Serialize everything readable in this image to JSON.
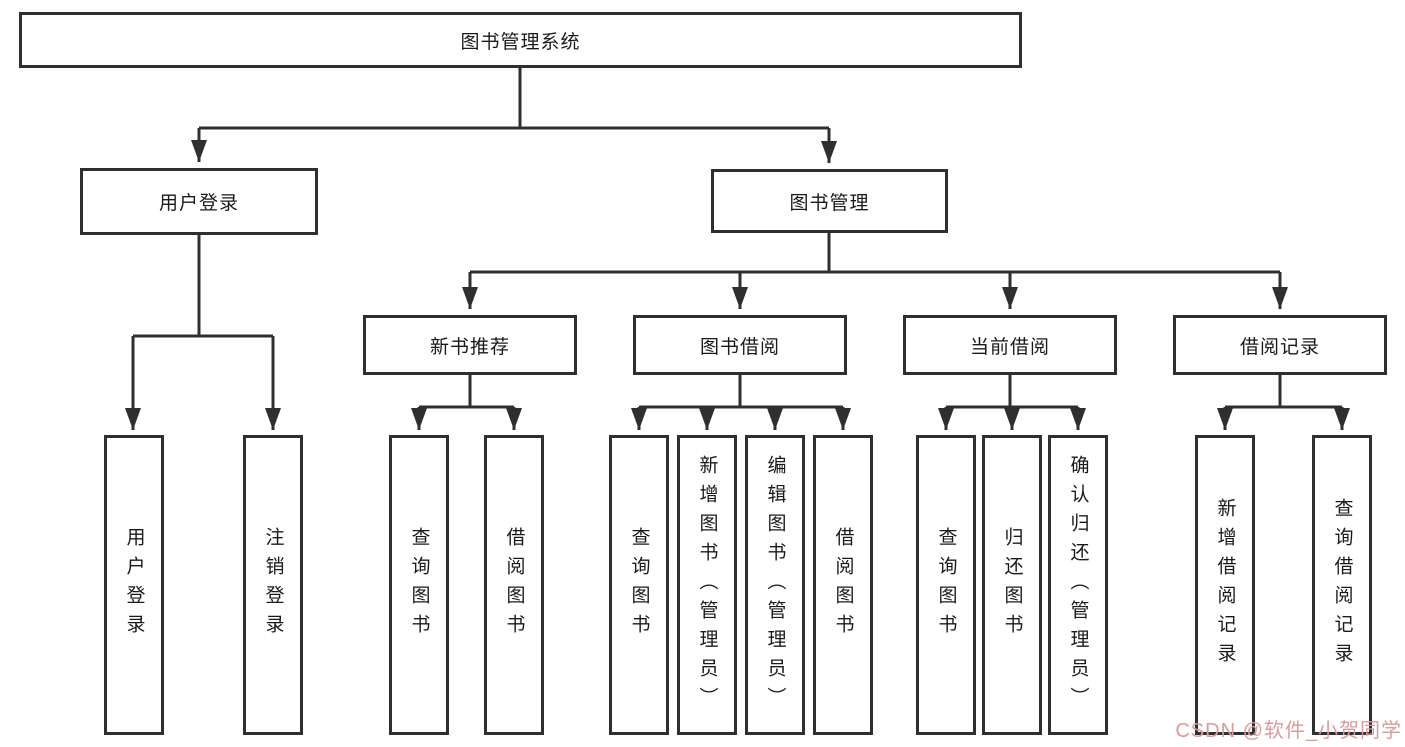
{
  "diagram": {
    "root": {
      "label": "图书管理系统"
    },
    "level2": [
      {
        "id": "user-login",
        "label": "用户登录"
      },
      {
        "id": "book-mgmt",
        "label": "图书管理"
      }
    ],
    "level3": [
      {
        "id": "new-book-rec",
        "label": "新书推荐",
        "parent": "book-mgmt"
      },
      {
        "id": "book-borrow",
        "label": "图书借阅",
        "parent": "book-mgmt"
      },
      {
        "id": "current-borrow",
        "label": "当前借阅",
        "parent": "book-mgmt"
      },
      {
        "id": "borrow-records",
        "label": "借阅记录",
        "parent": "book-mgmt"
      }
    ],
    "leaves": {
      "login": "用户登录",
      "logout": "注销登录",
      "rec_query": "查询图书",
      "rec_borrow": "借阅图书",
      "bb_query": "查询图书",
      "bb_add": "新增图书（管理员）",
      "bb_edit": "编辑图书（管理员）",
      "bb_borrow": "借阅图书",
      "cb_query": "查询图书",
      "cb_return": "归还图书",
      "cb_confirm": "确认归还（管理员）",
      "br_add": "新增借阅记录",
      "br_query": "查询借阅记录"
    }
  },
  "watermark": {
    "text": "CSDN @软件_小贺同学"
  },
  "colors": {
    "line": "#2f2f2f",
    "text": "#1a1a1a",
    "bg": "#ffffff",
    "watermark": "#d89c9c"
  }
}
